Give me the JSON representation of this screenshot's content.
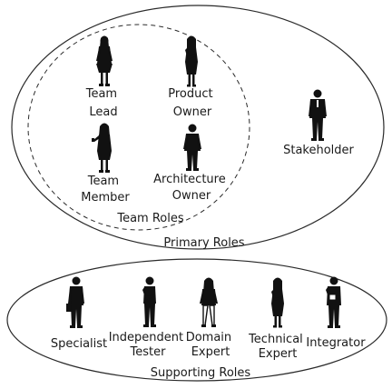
{
  "groups": {
    "primary": "Primary Roles",
    "team": "Team Roles",
    "supporting": "Supporting Roles"
  },
  "roles": {
    "team_lead": [
      "Team",
      "Lead"
    ],
    "product_owner": [
      "Product",
      "Owner"
    ],
    "team_member": [
      "Team",
      "Member"
    ],
    "architecture_owner": [
      "Architecture",
      "Owner"
    ],
    "stakeholder": [
      "Stakeholder"
    ],
    "specialist": [
      "Specialist"
    ],
    "independent_tester": [
      "Independent",
      "Tester"
    ],
    "domain_expert": [
      "Domain",
      "Expert"
    ],
    "technical_expert": [
      "Technical",
      "Expert"
    ],
    "integrator": [
      "Integrator"
    ]
  },
  "colors": {
    "line": "#2a2a2a",
    "figure": "#111111",
    "text": "#1a1a1a"
  },
  "icons": {
    "figure": "person-silhouette-icon"
  }
}
